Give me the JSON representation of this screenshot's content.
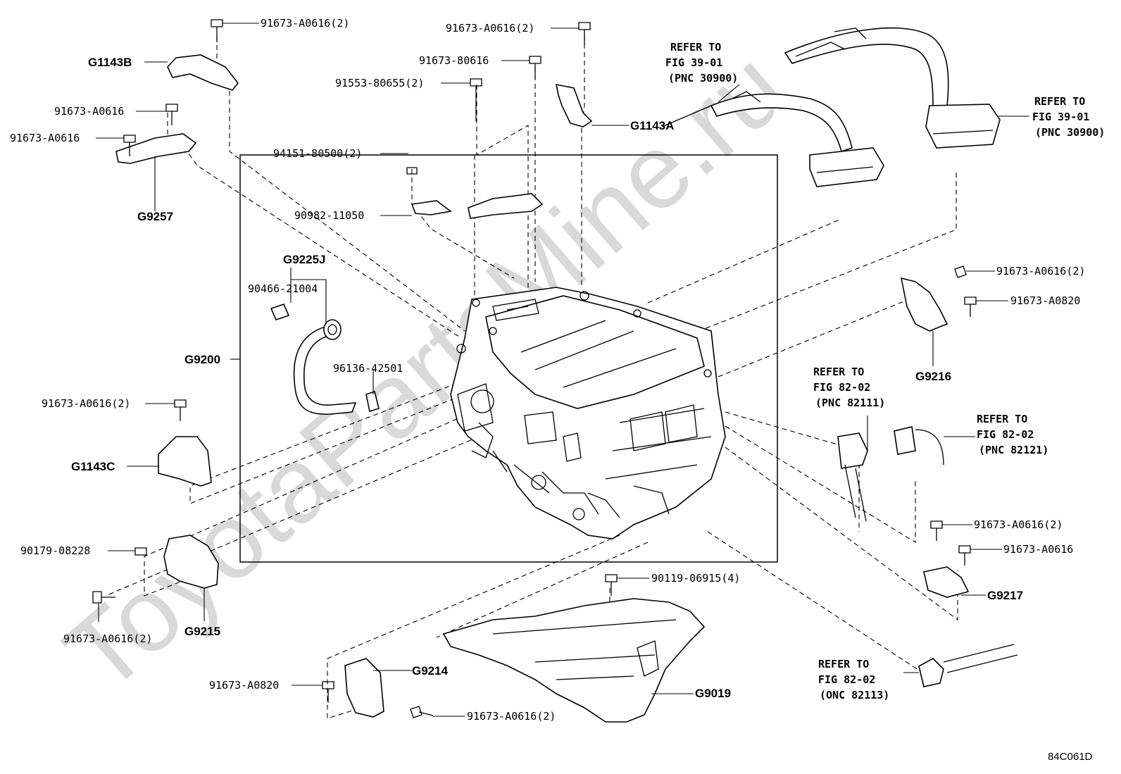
{
  "watermark": "ToyotaPartsMine.ru",
  "figure_id": "84C061D",
  "labels": {
    "b_91673A0616_2_top": "91673-A0616(2)",
    "g1143b": "G1143B",
    "b_91673A0616_a": "91673-A0616",
    "b_91673A0616_b": "91673-A0616",
    "g9257": "G9257",
    "b_91673A0616_2_mid": "91673-A0616(2)",
    "b_9167380616": "91673-80616",
    "b_9155380655": "91553-80655(2)",
    "g1143a": "G1143A",
    "n_9415180500": "94151-80500(2)",
    "n_9098211050": "90982-11050",
    "g9225j": "G9225J",
    "n_9046621004": "90466-21004",
    "n_9613642501": "96136-42501",
    "g9200": "G9200",
    "b_91673A0616_2_left": "91673-A0616(2)",
    "g1143c": "G1143C",
    "n_9017908228": "90179-08228",
    "b_91673A0616_2_low": "91673-A0616(2)",
    "g9215": "G9215",
    "b_9011906915": "90119-06915(4)",
    "b_91673A0820_bot": "91673-A0820",
    "g9214": "G9214",
    "b_91673A0616_2_bot": "91673-A0616(2)",
    "g9019": "G9019",
    "b_91673A0616_2_right": "91673-A0616(2)",
    "b_91673A0820_right": "91673-A0820",
    "g9216": "G9216",
    "b_91673A0616_2_r2": "91673-A0616(2)",
    "b_91673A0616_r3": "91673-A0616",
    "g9217": "G9217"
  },
  "refs": {
    "ref1": [
      "REFER TO",
      "FIG 39-01",
      "(PNC 30900)"
    ],
    "ref2": [
      "REFER TO",
      "FIG 39-01",
      "(PNC 30900)"
    ],
    "ref3": [
      "REFER TO",
      "FIG 82-02",
      "(PNC 82111)"
    ],
    "ref4": [
      "REFER TO",
      "FIG 82-02",
      "(PNC 82121)"
    ],
    "ref5": [
      "REFER TO",
      "FIG 82-02",
      "(ONC 82113)"
    ]
  }
}
